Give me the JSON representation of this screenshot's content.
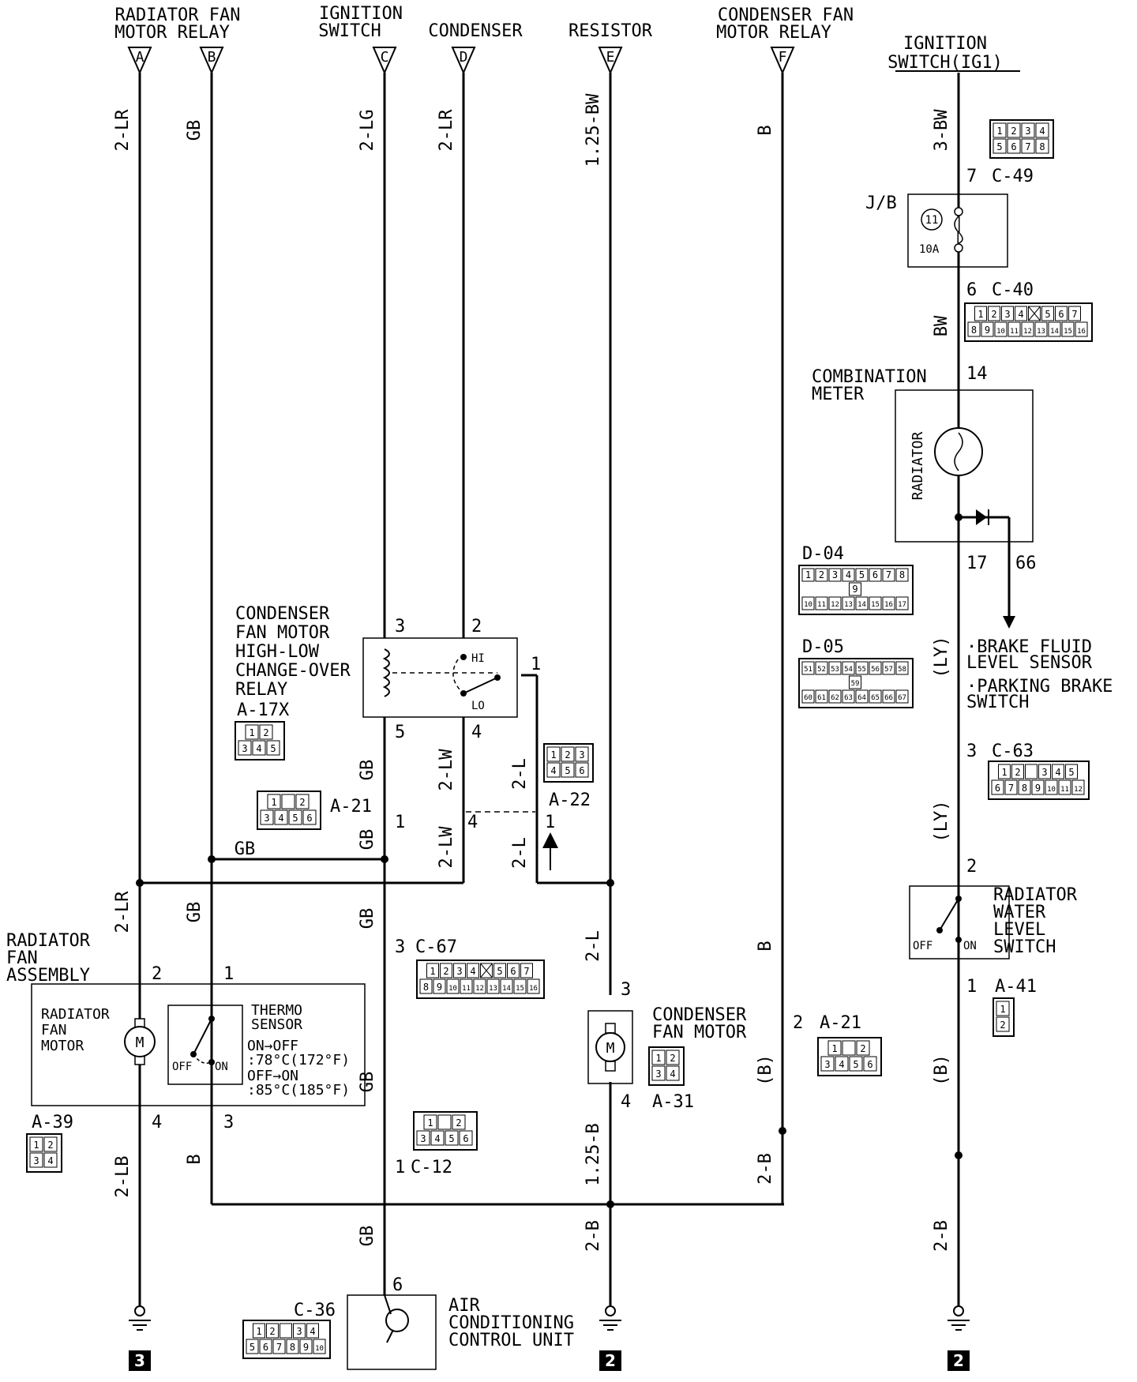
{
  "diagram_data": {
    "top_labels": {
      "a": [
        "RADIATOR FAN",
        "MOTOR RELAY"
      ],
      "ign": [
        "IGNITION",
        "SWITCH"
      ],
      "d": "CONDENSER",
      "e": "RESISTOR",
      "f": [
        "CONDENSER FAN",
        "MOTOR RELAY"
      ],
      "ig1": [
        "IGNITION",
        "SWITCH(IG1)"
      ]
    },
    "terminals": [
      "A",
      "B",
      "C",
      "D",
      "E",
      "F"
    ],
    "wires": {
      "a_top": "2-LR",
      "b_top": "GB",
      "c_top": "2-LG",
      "d_top": "2-LR",
      "e_top": "1.25-BW",
      "f_top": "B",
      "ig1_top": "3-BW",
      "c_mid1": "GB",
      "c_mid2": "GB",
      "d_mid1": "2-LW",
      "d_mid2": "2-LW",
      "r1_top": "2-L",
      "r1_bot": "2-L",
      "gb_h": "GB",
      "a_mid": "2-LR",
      "b_mid": "GB",
      "c_mid3": "GB",
      "e_mid": "2-L",
      "f_mid": "B",
      "f_low": "(B)",
      "c_low": "GB",
      "a_low": "2-LB",
      "b_low": "B",
      "e_low": "1.25-B",
      "f_bot": "2-B",
      "c_bot": "GB",
      "e_bot": "2-B",
      "ig_bw": "BW",
      "ig_ly1": "(LY)",
      "ig_ly2": "(LY)",
      "ig_b": "(B)",
      "ig_bot": "2-B"
    },
    "components": {
      "relay_name": [
        "CONDENSER",
        "FAN MOTOR",
        "HIGH-LOW",
        "CHANGE-OVER",
        "RELAY"
      ],
      "relay_id": "A-17X",
      "relay_hi": "HI",
      "relay_lo": "LO",
      "fan_assembly": [
        "RADIATOR",
        "FAN",
        "ASSEMBLY"
      ],
      "rad_motor": [
        "RADIATOR",
        "FAN",
        "MOTOR"
      ],
      "thermo": [
        "THERMO",
        "SENSOR"
      ],
      "thermo_spec": [
        "ON→OFF",
        ":78°C(172°F)",
        "OFF→ON",
        ":85°C(185°F)"
      ],
      "off": "OFF",
      "on": "ON",
      "cond_motor": [
        "CONDENSER",
        "FAN MOTOR"
      ],
      "acu": [
        "AIR",
        "CONDITIONING",
        "CONTROL UNIT"
      ],
      "jb": "J/B",
      "fuse_no": "11",
      "fuse_amp": "10A",
      "meter": [
        "COMBINATION",
        "METER"
      ],
      "radiator_gauge": "RADIATOR",
      "brake": [
        "·BRAKE FLUID",
        " LEVEL SENSOR",
        "·PARKING BRAKE",
        " SWITCH"
      ],
      "water_sw": [
        "RADIATOR",
        "WATER",
        "LEVEL",
        "SWITCH"
      ],
      "motor_symbol": "M"
    },
    "connector_ids": {
      "a21a": "A-21",
      "a22": "A-22",
      "c67": "C-67",
      "a39": "A-39",
      "a31": "A-31",
      "a21b": "A-21",
      "c12": "C-12",
      "c36": "C-36",
      "c49": "C-49",
      "c40": "C-40",
      "d04": "D-04",
      "d05": "D-05",
      "c63": "C-63",
      "a41": "A-41"
    },
    "pins": {
      "r3": "3",
      "r2": "2",
      "r1": "1",
      "r5": "5",
      "r4": "4",
      "a21_1": "1",
      "a21_4": "4",
      "a22_1": "1",
      "c67_3": "3",
      "fa_2": "2",
      "fa_1": "1",
      "fa_4": "4",
      "fa_3": "3",
      "cm_3": "3",
      "cm_4": "4",
      "a21b_2": "2",
      "c12_1": "1",
      "c36_6": "6",
      "c49_7": "7",
      "c40_6": "6",
      "m_14": "14",
      "m_17": "17",
      "m_66": "66",
      "c63_3": "3",
      "ws_2": "2",
      "ws_1": "1"
    },
    "connector_cells": {
      "a17x": [
        [
          "1",
          "2"
        ],
        [
          "3",
          "4",
          "5"
        ]
      ],
      "a21": [
        [
          "1",
          "",
          "2"
        ],
        [
          "3",
          "4",
          "5",
          "6"
        ]
      ],
      "a22": [
        [
          "1",
          "2",
          "3"
        ],
        [
          "4",
          "5",
          "6"
        ]
      ],
      "c67": [
        [
          "1",
          "2",
          "3",
          "4",
          "X",
          "5",
          "6",
          "7"
        ],
        [
          "8",
          "9",
          "10",
          "11",
          "12",
          "13",
          "14",
          "15",
          "16"
        ]
      ],
      "a39": [
        [
          "1",
          "2"
        ],
        [
          "3",
          "4"
        ]
      ],
      "a31": [
        [
          "1",
          "2"
        ],
        [
          "3",
          "4"
        ]
      ],
      "c36": [
        [
          "1",
          "2",
          "",
          "3",
          "4"
        ],
        [
          "5",
          "6",
          "7",
          "8",
          "9",
          "10"
        ]
      ],
      "c49": [
        [
          "1",
          "2",
          "3",
          "4"
        ],
        [
          "5",
          "6",
          "7",
          "8"
        ]
      ],
      "c40": [
        [
          "1",
          "2",
          "3",
          "4",
          "X",
          "5",
          "6",
          "7"
        ],
        [
          "8",
          "9",
          "10",
          "11",
          "12",
          "13",
          "14",
          "15",
          "16"
        ]
      ],
      "d04": [
        [
          "1",
          "2",
          "3",
          "4",
          "5",
          "6",
          "7",
          "8"
        ],
        [
          "9"
        ],
        [
          "10",
          "11",
          "12",
          "13",
          "14",
          "15",
          "16",
          "17"
        ]
      ],
      "d05": [
        [
          "51",
          "52",
          "53",
          "54",
          "55",
          "56",
          "57",
          "58"
        ],
        [
          "59"
        ],
        [
          "60",
          "61",
          "62",
          "63",
          "64",
          "65",
          "66",
          "67"
        ]
      ],
      "c63": [
        [
          "1",
          "2",
          "",
          "3",
          "4",
          "5"
        ],
        [
          "6",
          "7",
          "8",
          "9",
          "10",
          "11",
          "12"
        ]
      ],
      "a41": [
        [
          "1"
        ],
        [
          "2"
        ]
      ]
    },
    "ground_refs": [
      "3",
      "2",
      "2"
    ]
  }
}
